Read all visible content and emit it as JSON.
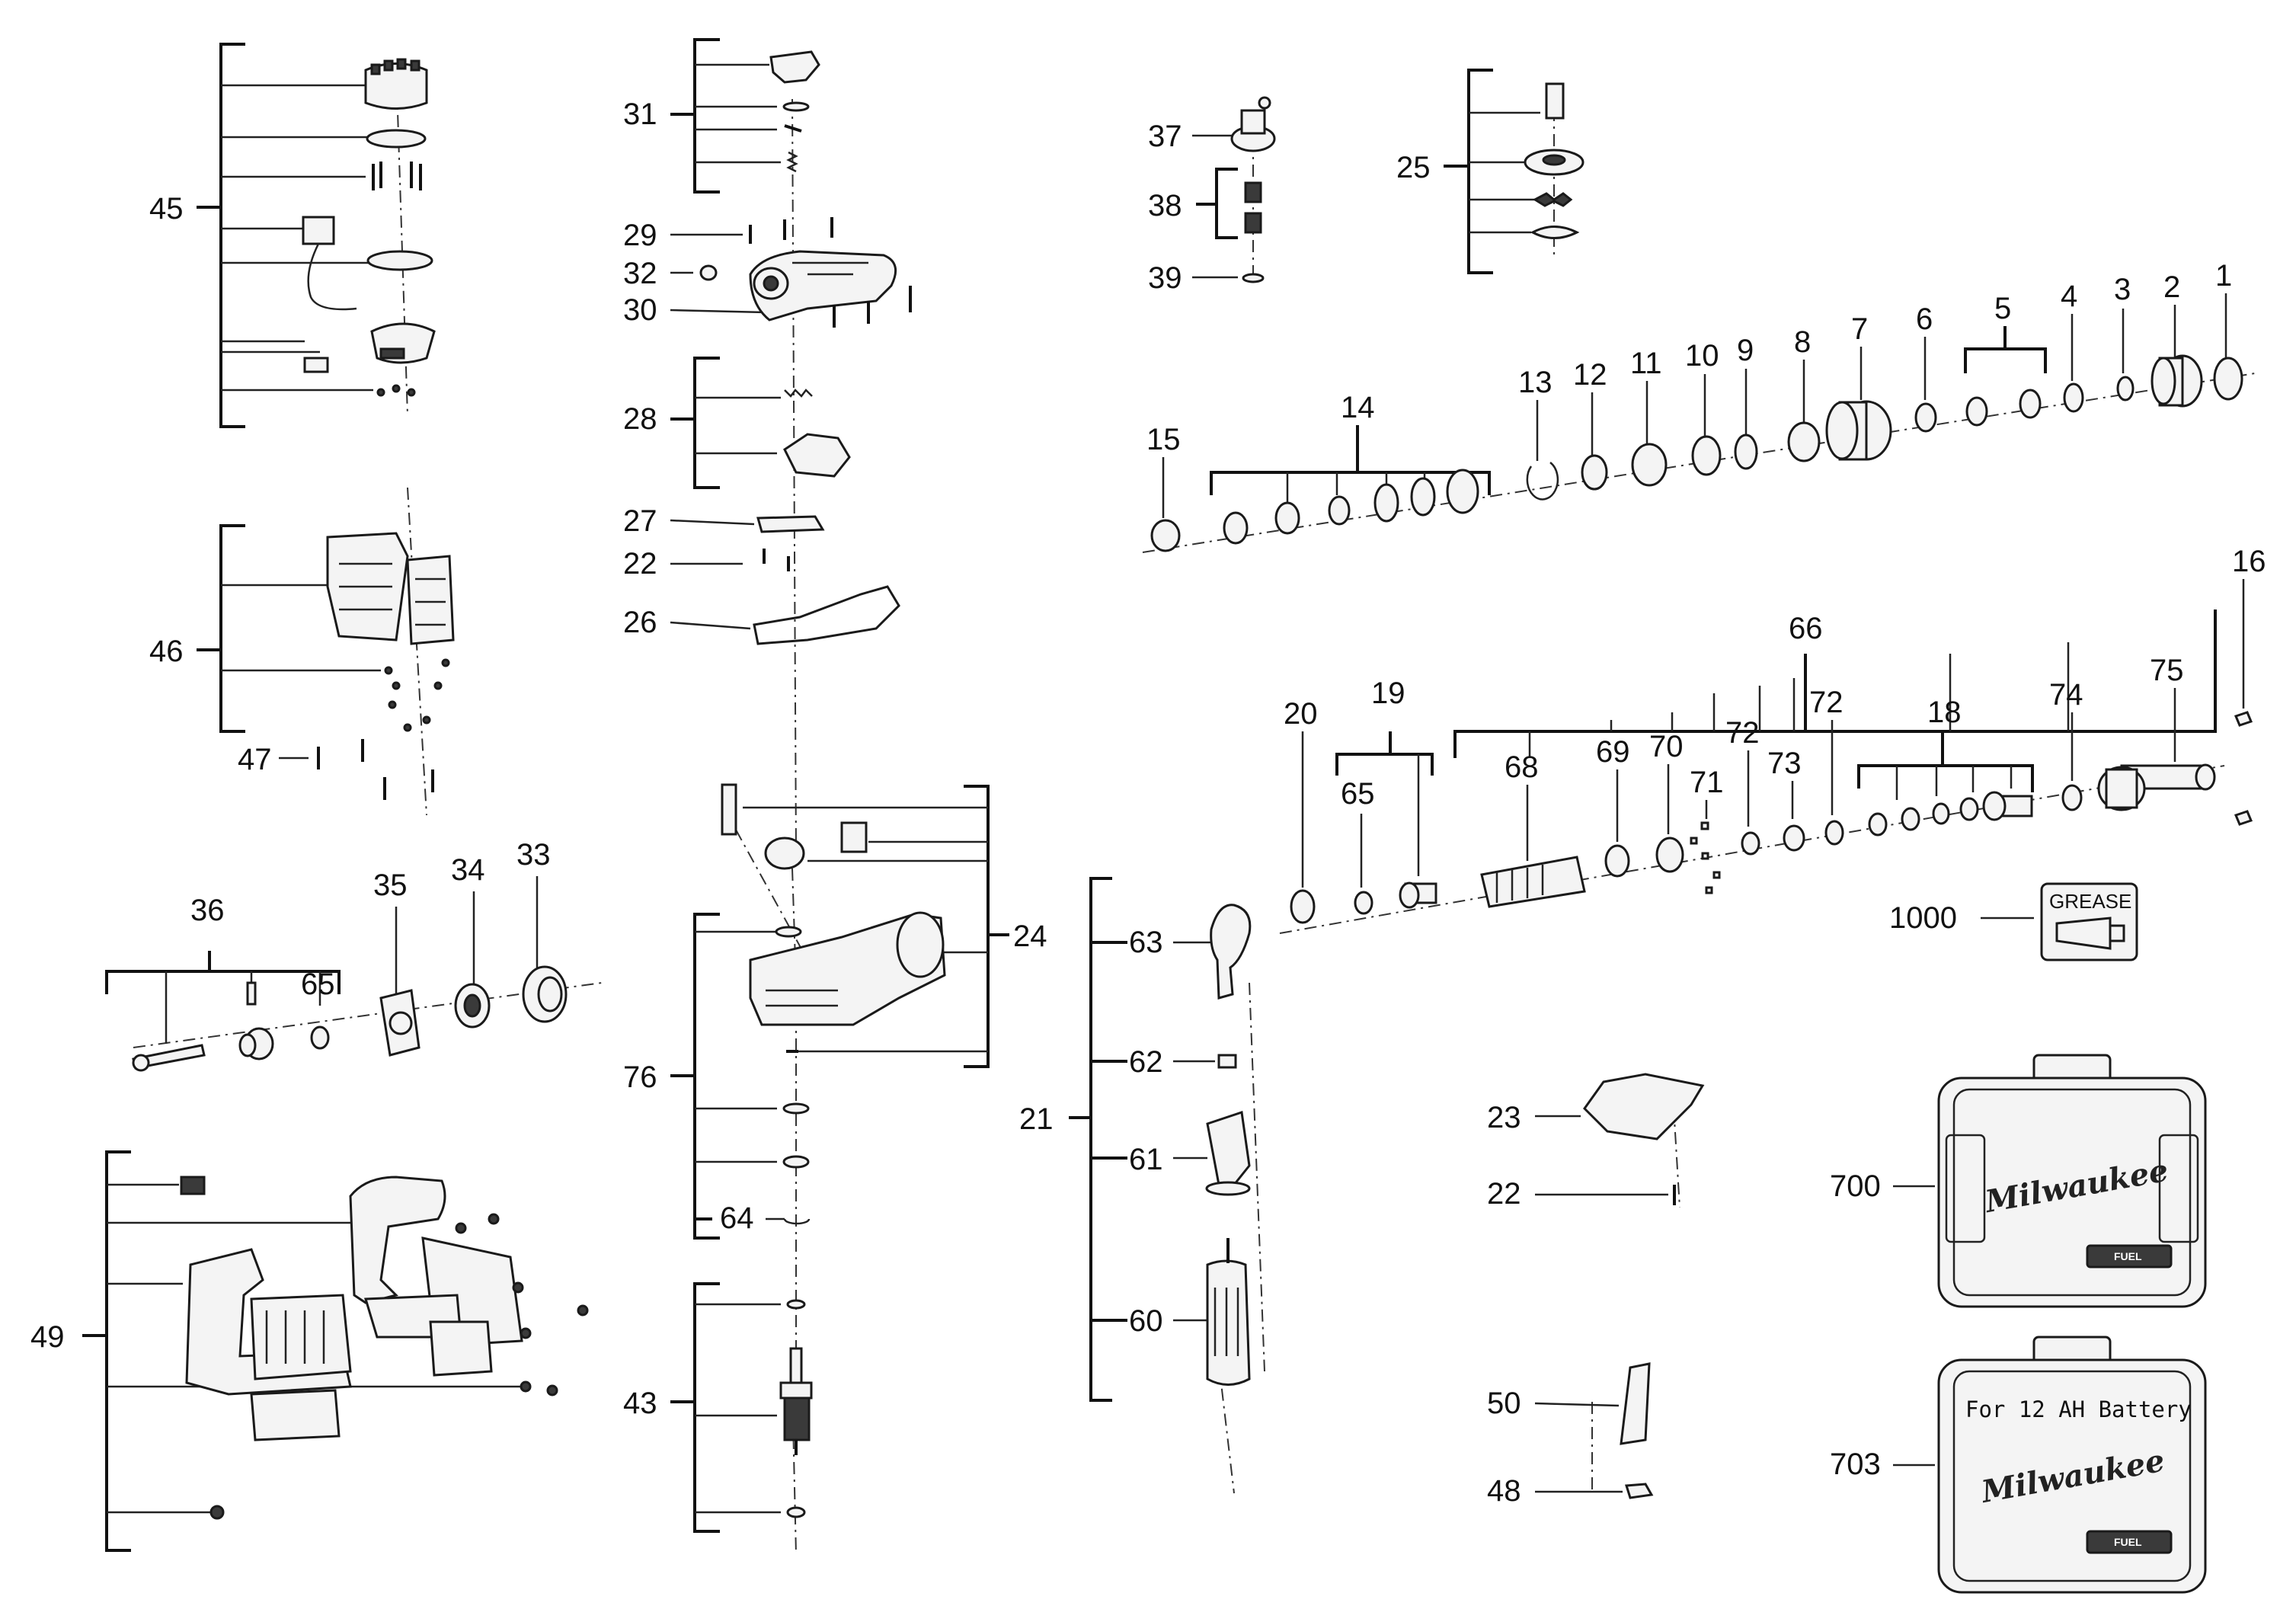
{
  "labels": {
    "l45": "45",
    "l46": "46",
    "l47": "47",
    "l49": "49",
    "l36": "36",
    "l65a": "65",
    "l35": "35",
    "l34": "34",
    "l33": "33",
    "l31": "31",
    "l29": "29",
    "l32": "32",
    "l30": "30",
    "l28": "28",
    "l27": "27",
    "l22a": "22",
    "l26": "26",
    "l24": "24",
    "l76": "76",
    "l64": "64",
    "l43": "43",
    "l37": "37",
    "l38": "38",
    "l39": "39",
    "l25": "25",
    "l1": "1",
    "l2": "2",
    "l3": "3",
    "l4": "4",
    "l5": "5",
    "l6": "6",
    "l7": "7",
    "l8": "8",
    "l9": "9",
    "l10": "10",
    "l11": "11",
    "l12": "12",
    "l13": "13",
    "l14": "14",
    "l15": "15",
    "l16": "16",
    "l66": "66",
    "l75": "75",
    "l74": "74",
    "l18": "18",
    "l72a": "72",
    "l72b": "72",
    "l73": "73",
    "l71": "71",
    "l70": "70",
    "l69": "69",
    "l68": "68",
    "l20": "20",
    "l19": "19",
    "l65b": "65",
    "l1000": "1000",
    "l63": "63",
    "l62": "62",
    "l61": "61",
    "l60": "60",
    "l21": "21",
    "l23": "23",
    "l22b": "22",
    "l700": "700",
    "l703": "703",
    "l50": "50",
    "l48": "48"
  },
  "grease_label": "GREASE",
  "case_703_label": "For 12 AH Battery",
  "case_brand_700": "Milwaukee",
  "case_brand_703": "Milwaukee",
  "case_fuel_700": "FUEL",
  "case_fuel_703": "FUEL"
}
